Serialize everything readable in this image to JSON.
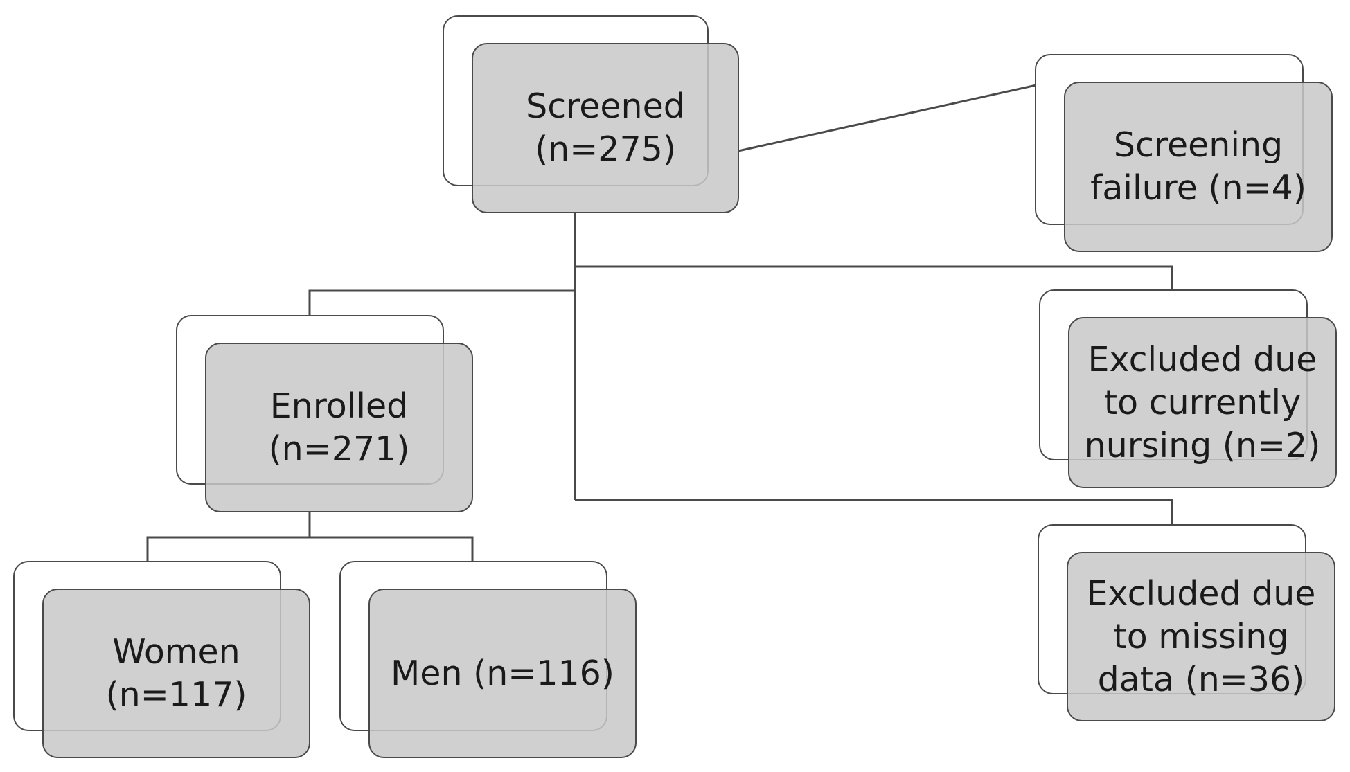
{
  "colors": {
    "box_fill": "#c8c8c8",
    "box_back_fill": "#ffffff",
    "stroke": "#4a4a4a",
    "text": "#1a1a1a"
  },
  "nodes": {
    "screened": {
      "line1": "Screened",
      "line2": "(n=275)"
    },
    "screening_failure": {
      "line1": "Screening",
      "line2": "failure (n=4)"
    },
    "enrolled": {
      "line1": "Enrolled",
      "line2": "(n=271)"
    },
    "excluded_nursing": {
      "line1": "Excluded due",
      "line2": "to currently",
      "line3": "nursing (n=2)"
    },
    "excluded_missing": {
      "line1": "Excluded due",
      "line2": "to missing",
      "line3": "data (n=36)"
    },
    "women": {
      "line1": "Women",
      "line2": "(n=117)"
    },
    "men": {
      "line1": "Men (n=116)"
    }
  }
}
